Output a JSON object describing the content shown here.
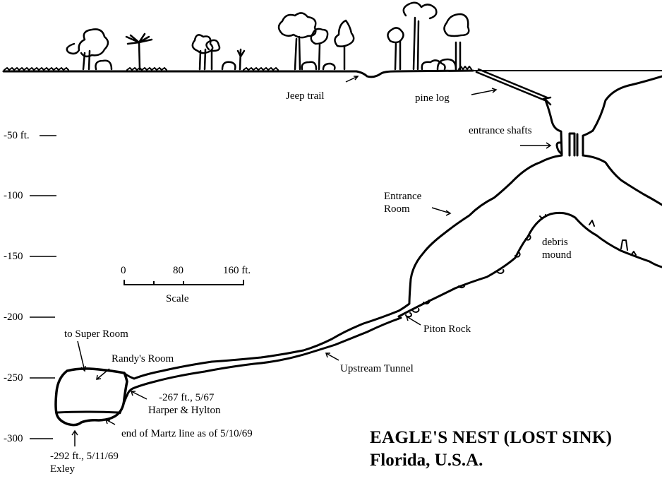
{
  "title": {
    "line1": "EAGLE'S NEST (LOST SINK)",
    "line2": "Florida, U.S.A."
  },
  "depth_axis": {
    "unit": "ft",
    "ticks": [
      {
        "value": -50,
        "label": "-50 ft."
      },
      {
        "value": -100,
        "label": "-100"
      },
      {
        "value": -150,
        "label": "-150"
      },
      {
        "value": -200,
        "label": "-200"
      },
      {
        "value": -250,
        "label": "-250"
      },
      {
        "value": -300,
        "label": "-300"
      }
    ]
  },
  "scale_bar": {
    "tick_labels": [
      "0",
      "80",
      "160 ft."
    ],
    "caption": "Scale",
    "max_ft": 160
  },
  "annotations": {
    "jeep_trail": "Jeep trail",
    "pine_log": "pine log",
    "entrance_shafts": "entrance shafts",
    "entrance_room_1": "Entrance",
    "entrance_room_2": "Room",
    "debris_mound_1": "debris",
    "debris_mound_2": "mound",
    "piton_rock": "Piton Rock",
    "upstream_tunnel": "Upstream Tunnel",
    "to_super_room": "to Super Room",
    "randys_room": "Randy's Room",
    "harper_depth": "-267 ft., 5/67",
    "harper_names": "Harper & Hylton",
    "martz_line": "end of Martz line as of 5/10/69",
    "exley_depth": "-292 ft., 5/11/69",
    "exley_name": "Exley"
  },
  "colors": {
    "ink": "#000000",
    "paper": "#ffffff"
  }
}
